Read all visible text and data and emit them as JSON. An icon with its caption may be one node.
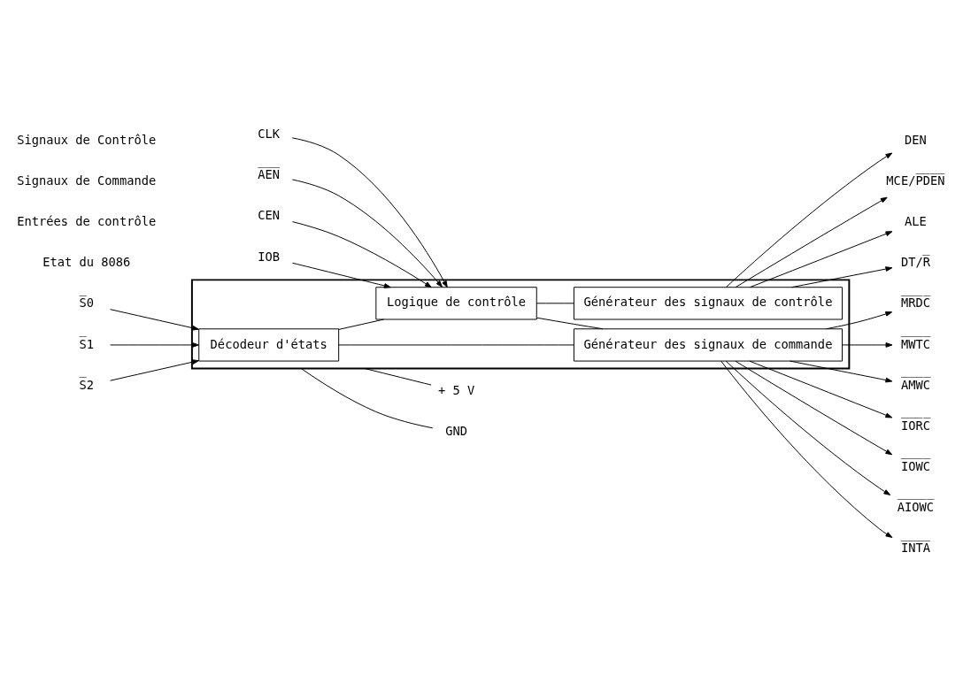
{
  "diagram": {
    "nodes": [
      {
        "text": [],
        "shape": "box"
      },
      {
        "text": [
          "Décodeur d'états"
        ],
        "in": 0
      },
      {
        "text": [
          "Générateur des signaux de commande"
        ],
        "in": 0
      },
      {
        "text": [
          "Logique de contrôle"
        ],
        "in": 0
      },
      {
        "text": [
          "Générateur des signaux de contrôle"
        ],
        "in": 0
      },
      {
        "text": [
          "S̅0"
        ]
      },
      {
        "text": [
          "S̅1"
        ]
      },
      {
        "text": [
          "S̅2"
        ]
      },
      {
        "text": [
          "CLK"
        ]
      },
      {
        "text": [
          "A̅E̅N̅"
        ]
      },
      {
        "text": [
          "CEN"
        ]
      },
      {
        "text": [
          "IOB"
        ]
      },
      {
        "text": [
          "M̅R̅D̅C̅"
        ]
      },
      {
        "text": [
          "M̅W̅T̅C̅"
        ]
      },
      {
        "text": [
          "A̅M̅W̅C̅"
        ]
      },
      {
        "text": [
          "I̅O̅R̅C̅"
        ]
      },
      {
        "text": [
          "I̅O̅W̅C̅"
        ]
      },
      {
        "text": [
          "A̅I̅O̅W̅C̅"
        ]
      },
      {
        "text": [
          "I̅N̅T̅A̅"
        ]
      },
      {
        "text": [
          "DT/R̅"
        ]
      },
      {
        "text": [
          "DEN"
        ]
      },
      {
        "text": [
          "MCE/P̅D̅E̅N̅"
        ]
      },
      {
        "text": [
          "ALE"
        ]
      },
      {
        "text": [
          "+ 5 V"
        ]
      },
      {
        "text": [
          "GND"
        ]
      }
    ],
    "edges": [
      {
        "from": 5,
        "to": 1,
        "arrow": "to"
      },
      {
        "from": 6,
        "to": 1,
        "arrow": "to"
      },
      {
        "from": 7,
        "to": 1,
        "arrow": "to"
      },
      {
        "from": 8,
        "to": 3,
        "arrow": "to"
      },
      {
        "from": 9,
        "to": 3,
        "arrow": "to"
      },
      {
        "from": 10,
        "to": 3,
        "arrow": "to"
      },
      {
        "from": 11,
        "to": 3,
        "arrow": "to"
      },
      {
        "from": 1,
        "to": 3,
        "arrow": "none"
      },
      {
        "from": 1,
        "to": 2,
        "arrow": "none"
      },
      {
        "from": 3,
        "to": 2,
        "arrow": "none"
      },
      {
        "from": 3,
        "to": 4,
        "arrow": "none"
      },
      {
        "from": 2,
        "to": 12,
        "arrow": "to"
      },
      {
        "from": 2,
        "to": 13,
        "arrow": "to"
      },
      {
        "from": 2,
        "to": 14,
        "arrow": "to"
      },
      {
        "from": 2,
        "to": 15,
        "arrow": "to"
      },
      {
        "from": 2,
        "to": 16,
        "arrow": "to"
      },
      {
        "from": 2,
        "to": 17,
        "arrow": "to"
      },
      {
        "from": 2,
        "to": 18,
        "arrow": "to"
      },
      {
        "from": 4,
        "to": 19,
        "arrow": "to"
      },
      {
        "from": 4,
        "to": 20,
        "arrow": "to"
      },
      {
        "from": 4,
        "to": 21,
        "arrow": "to"
      },
      {
        "from": 4,
        "to": 22,
        "arrow": "to"
      },
      {
        "from": 0,
        "to": 23,
        "arrow": "none"
      },
      {
        "from": 0,
        "to": 24,
        "arrow": "none"
      }
    ],
    "labels": [
      "Etat du 8086",
      "Entrées de contrôle",
      "Signaux de Commande",
      "Signaux de Contrôle"
    ]
  }
}
